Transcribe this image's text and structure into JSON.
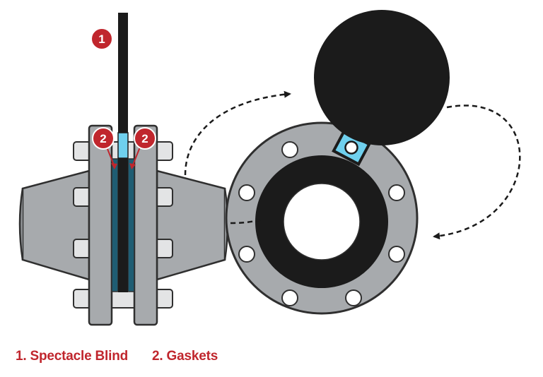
{
  "callouts": {
    "spectacle_blind_number": "1",
    "gasket_number": "2"
  },
  "legend": {
    "item_1": "1. Spectacle Blind",
    "item_2": "2. Gaskets"
  },
  "colors": {
    "flange_gray": "#a7aaad",
    "outline": "#2f2f2f",
    "blind_black": "#1b1b1b",
    "bolt_gray": "#e3e4e5",
    "spacer_cyan": "#6fd0ee",
    "gasket_teal": "#1f5d73",
    "callout_red": "#c0262d"
  }
}
